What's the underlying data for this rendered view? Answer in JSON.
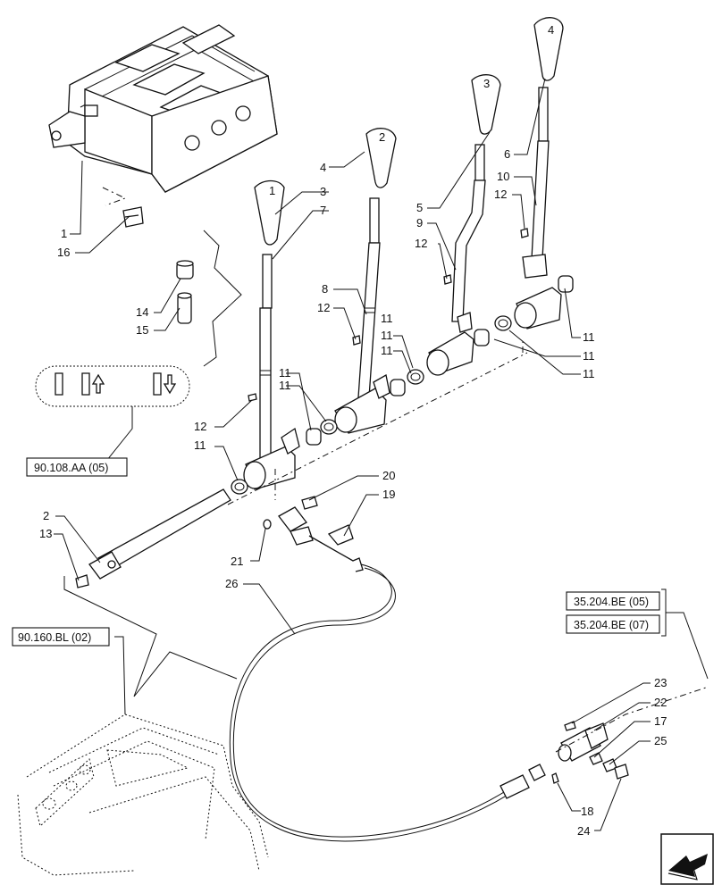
{
  "callouts": [
    "1",
    "2",
    "3",
    "4",
    "5",
    "6",
    "7",
    "8",
    "9",
    "10",
    "11",
    "11",
    "11",
    "11",
    "11",
    "11",
    "11",
    "11",
    "11",
    "12",
    "12",
    "12",
    "12",
    "13",
    "14",
    "15",
    "16",
    "17",
    "18",
    "19",
    "20",
    "21",
    "22",
    "23",
    "24",
    "25",
    "26"
  ],
  "references": {
    "ref_a": "90.108.AA (05)",
    "ref_b": "90.160.BL (02)",
    "ref_c": "35.204.BE (05)",
    "ref_d": "35.204.BE (07)"
  },
  "knob_numbers": [
    "1",
    "2",
    "3",
    "4"
  ],
  "icons": [
    "arrow-icon",
    "sensor-up-icon",
    "sensor-down-icon"
  ]
}
